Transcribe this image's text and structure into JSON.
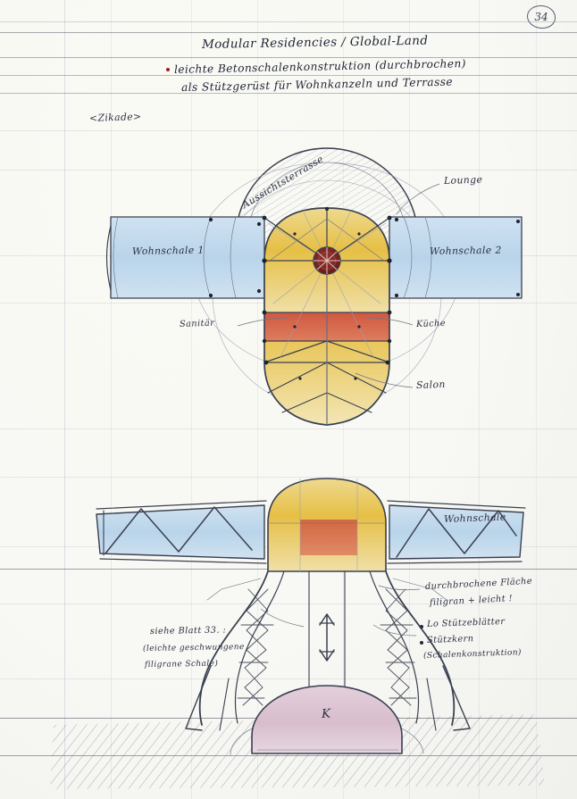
{
  "sheet": {
    "page_number": "34",
    "medium": "hand sketch, pencil and coloured pencil on ruled paper"
  },
  "header": {
    "title": "Modular Residencies / Global-Land",
    "bullet_line_1": "leichte Betonschalenkonstruktion (durchbrochen)",
    "bullet_line_2": "als Stützgerüst für Wohnkanzeln und Terrasse",
    "codename": "<Zikade>"
  },
  "plan": {
    "label_terrace": "Aussichtsterrasse",
    "label_lounge": "Lounge",
    "label_pod_left": "Wohnschale 1",
    "label_pod_right": "Wohnschale 2",
    "label_sanitary": "Sanitär",
    "label_kitchen": "Küche",
    "label_salon": "Salon"
  },
  "section": {
    "label_pod": "Wohnschale",
    "label_core": "K"
  },
  "notes": {
    "right_line_1": "durchbrochene Fläche",
    "right_line_2": "filigran + leicht !",
    "right_bullet_1": "Lo Stützeblätter",
    "right_bullet_2": "Stützkern",
    "right_bullet_2_sub": "(Schalenkonstruktion)",
    "left_line_1": "siehe Blatt 33. :",
    "left_line_2": "(leichte geschwungene",
    "left_line_3": "filigrane Schale)"
  },
  "colors": {
    "pod_blue": "#bcd6ea",
    "terrace_yellow": "#e8c24e",
    "terrace_yellow_light": "#f0dc9a",
    "kitchen_red": "#cf5840",
    "hub_dark_red": "#7d1f1c",
    "core_pink": "#dcc2d2",
    "pencil_grey": "#3a4050",
    "ink": "#1d2333"
  }
}
